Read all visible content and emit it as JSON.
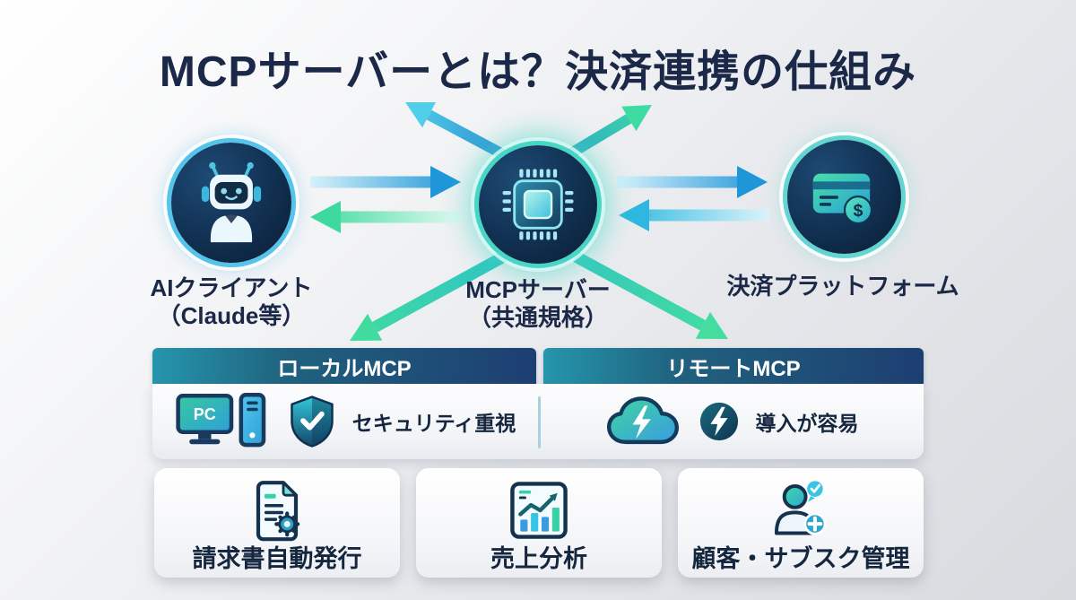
{
  "title": "MCPサーバーとは？決済連携の仕組み",
  "nodes": {
    "ai_client": {
      "line1": "AIクライアント",
      "line2": "（Claude等）",
      "icon": "robot-icon"
    },
    "mcp_server": {
      "line1": "MCPサーバー",
      "line2": "（共通規格）",
      "icon": "cpu-chip-icon"
    },
    "payment": {
      "line1": "決済プラットフォーム",
      "icon": "credit-card-dollar-icon"
    }
  },
  "table": {
    "local": {
      "header": "ローカルMCP",
      "feature": "セキュリティ重視",
      "icons": [
        "pc-icon",
        "shield-check-icon"
      ]
    },
    "remote": {
      "header": "リモートMCP",
      "feature": "導入が容易",
      "icons": [
        "cloud-bolt-icon",
        "bolt-circle-icon"
      ]
    }
  },
  "use_cases": [
    {
      "label": "請求書自動発行",
      "icon": "invoice-gear-icon"
    },
    {
      "label": "売上分析",
      "icon": "sales-chart-icon"
    },
    {
      "label": "顧客・サブスク管理",
      "icon": "customer-subscription-icon"
    }
  ],
  "colors": {
    "title_text": "#1b2847",
    "header_gradient_start": "#2596ad",
    "header_gradient_end": "#1d3e72",
    "arrow_blue": "#1f96d8",
    "arrow_green": "#3ed99e",
    "arrow_cyan": "#2fb7e0",
    "circle_fill_dark": "#0a1c33"
  }
}
